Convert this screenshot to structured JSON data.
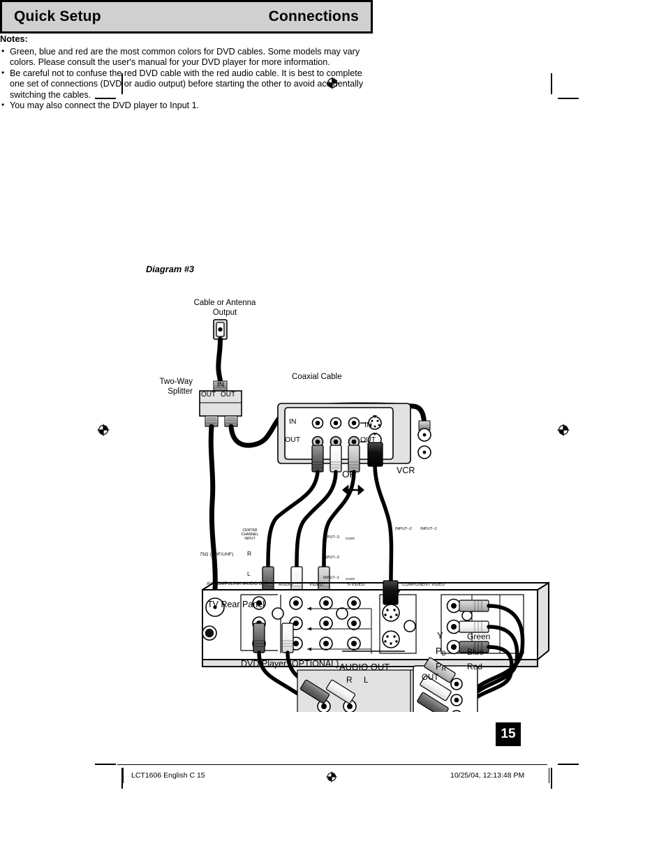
{
  "header": {
    "left_title": "Quick Setup",
    "right_title": "Connections"
  },
  "notes": {
    "title": "Notes:",
    "items": [
      "Green, blue and red are the most common colors for DVD cables. Some models may vary colors. Please consult the user's manual for your DVD player for more information.",
      "Be careful not to confuse the red DVD cable with the red audio cable. It is best to complete one set of connections (DVD or audio output) before starting the other to avoid accidentally switching the cables.",
      "You may also connect the DVD player to Input 1."
    ]
  },
  "diagram_caption": "Diagram #3",
  "diagram": {
    "labels": {
      "cable_antenna_output": "Cable or Antenna\nOutput",
      "cable_antenna_output_l1": "Cable or Antenna",
      "cable_antenna_output_l2": "Output",
      "two_way_splitter_l1": "Two-Way",
      "two_way_splitter_l2": "Splitter",
      "coaxial_cable": "Coaxial Cable",
      "vcr": "VCR",
      "or": "OR",
      "tv_rear_panel": "TV Rear Panel",
      "dvd_player": "DVD Player (OPTIONAL)"
    },
    "splitter": {
      "in": "IN",
      "out_left": "OUT",
      "out_right": "OUT"
    },
    "vcr_panel": {
      "in": "IN",
      "out": "OUT",
      "rf_in": "IN",
      "rf_out": "OUT"
    },
    "tv_panel": {
      "antenna_label": "75Ω (VHF/UHF)",
      "compulink": "AV COMPULINK II",
      "center_channel_l1": "CENTER",
      "center_channel_l2": "CHANNEL",
      "center_channel_l3": "INPUT",
      "audio_out": "AUDIO OUT",
      "r": "R",
      "l": "L",
      "audio": "AUDIO",
      "video": "VIDEO",
      "input_3": "INPUT–3",
      "input_2": "INPUT–2",
      "input_1": "INPUT–1",
      "over_1": "OVER",
      "over_2": "OVER",
      "s_video": "S-VIDEO",
      "component_video": "COMPONENT VIDEO",
      "comp_input_2": "INPUT–2",
      "comp_input_1": "INPUT–1"
    },
    "dvd_panel": {
      "audio_out": "AUDIO OUT",
      "r": "R",
      "l": "L",
      "out": "OUT",
      "y": "Y",
      "pb_main": "P",
      "pb_sub": "B",
      "pr_main": "P",
      "pr_sub": "R",
      "color_green": "Green",
      "color_blue": "Blue",
      "color_red": "Red"
    }
  },
  "page_number": "15",
  "footer": {
    "left": "LCT1606 English C   15",
    "right": "10/25/04, 12:13:48 PM"
  },
  "colors": {
    "header_bg": "#d0d0d0",
    "panel_fill": "#e2e2e2",
    "cable_black": "#000000",
    "connector_dark": "#6e6e6e",
    "connector_light": "#ffffff",
    "connector_mid": "#c8c8c8"
  }
}
